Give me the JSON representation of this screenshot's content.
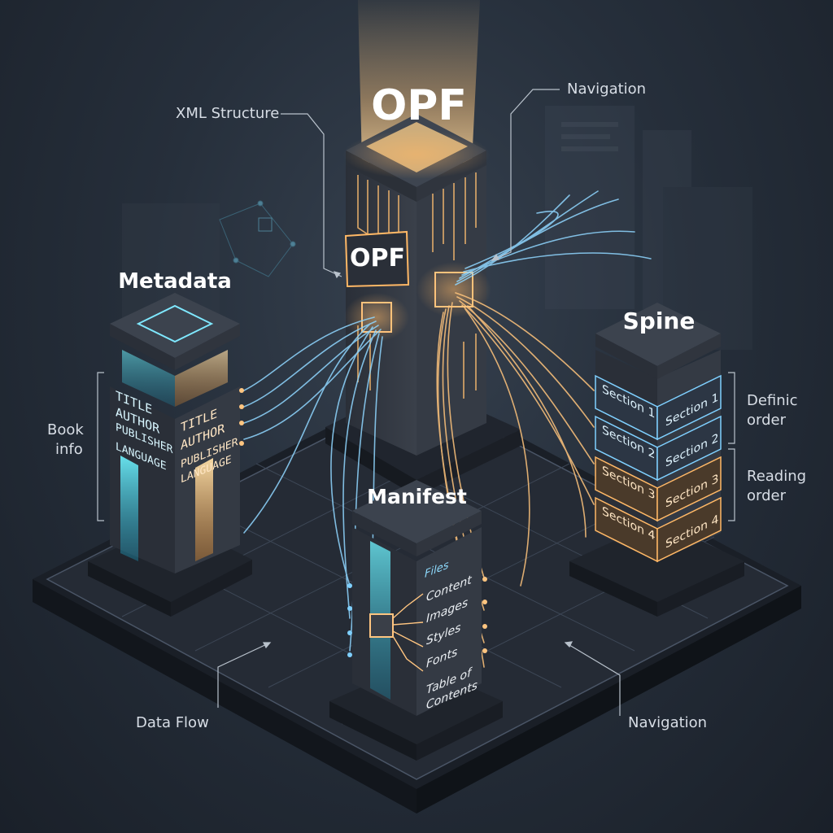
{
  "opf": {
    "title": "OPF",
    "chip_label": "OPF"
  },
  "metadata": {
    "title": "Metadata",
    "fields_left": [
      "TITLE",
      "AUTHOR",
      "PUBLISHER",
      "LANGUAGE"
    ],
    "fields_right": [
      "TITLE",
      "AUTHOR",
      "PUBLISHER",
      "LANGUAGE"
    ]
  },
  "manifest": {
    "title": "Manifest",
    "header": "Files",
    "items": [
      "Content",
      "Images",
      "Styles",
      "Fonts",
      "Table of",
      "Contents"
    ]
  },
  "spine": {
    "title": "Spine",
    "sections_left": [
      "Section 1",
      "Section 2",
      "Section 3",
      "Section 4"
    ],
    "sections_right": [
      "Section 1",
      "Section 2",
      "Section 3",
      "Section 4"
    ]
  },
  "annotations": {
    "xml_structure": "XML Structure",
    "navigation_top": "Navigation",
    "book_info_1": "Book",
    "book_info_2": "info",
    "definic_1": "Definic",
    "definic_2": "order",
    "reading_1": "Reading",
    "reading_2": "order",
    "data_flow": "Data Flow",
    "navigation_bottom": "Navigation"
  },
  "colors": {
    "accent_blue": "#7fd0ff",
    "accent_orange": "#ffb866",
    "panel": "#2f3540"
  }
}
